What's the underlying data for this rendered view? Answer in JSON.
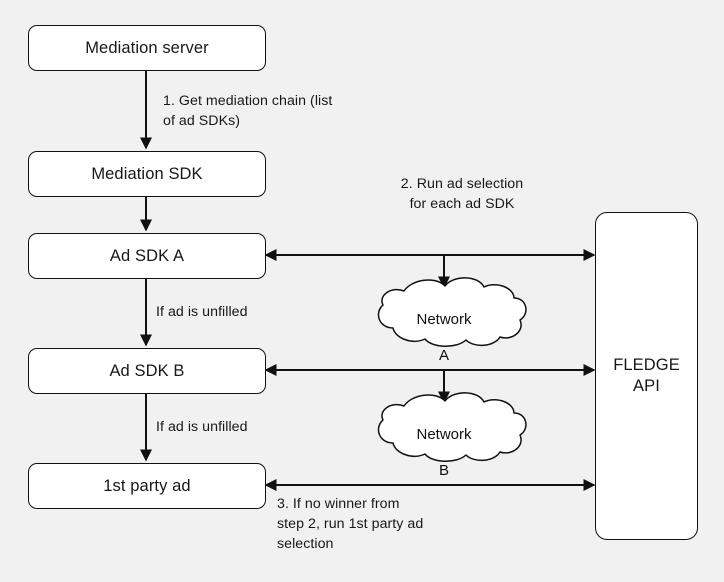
{
  "diagram": {
    "title": "Mediation with FLEDGE API ad selection flow",
    "background_color": "#f1f1f1",
    "stroke_color": "#111111",
    "node_fill": "#ffffff",
    "text_color": "#16181a"
  },
  "nodes": {
    "mediation_server": "Mediation server",
    "mediation_sdk": "Mediation SDK",
    "ad_sdk_a": "Ad SDK A",
    "ad_sdk_b": "Ad SDK B",
    "first_party_ad": "1st party ad",
    "fledge_api": "FLEDGE\nAPI",
    "fledge_api_line1": "FLEDGE",
    "fledge_api_line2": "API",
    "network_a": "Network\nA",
    "network_a_line1": "Network",
    "network_a_line2": "A",
    "network_b": "Network\nB",
    "network_b_line1": "Network",
    "network_b_line2": "B"
  },
  "edge_labels": {
    "step1": "1. Get mediation chain (list\nof ad SDKs)",
    "step2": "2. Run ad selection\nfor each ad SDK",
    "step3": "3. If no winner from\nstep 2, run 1st party ad\nselection",
    "unfilled_a": "If ad is unfilled",
    "unfilled_b": "If ad is unfilled"
  }
}
